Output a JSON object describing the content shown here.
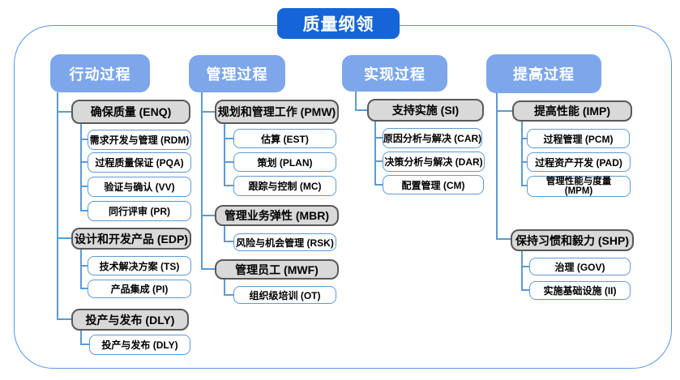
{
  "title": "质量纲领",
  "colors": {
    "title_bg": "#1565d8",
    "header_bg": "#7da7ea",
    "group_bg": "#d9d9d9",
    "group_border": "#595959",
    "leaf_border": "#5b9bd5",
    "connector": "#5b9bd5",
    "frame_border": "#5596e6",
    "text": "#000000",
    "header_text": "#ffffff"
  },
  "columns": [
    {
      "label": "行动过程",
      "groups": [
        {
          "label": "确保质量 (ENQ)",
          "children": [
            "需求开发与管理 (RDM)",
            "过程质量保证 (PQA)",
            "验证与确认 (VV)",
            "同行评审 (PR)"
          ]
        },
        {
          "label": "设计和开发产品 (EDP)",
          "children": [
            "技术解决方案 (TS)",
            "产品集成 (PI)"
          ]
        },
        {
          "label": "投产与发布 (DLY)",
          "children": [
            "投产与发布 (DLY)"
          ]
        }
      ]
    },
    {
      "label": "管理过程",
      "groups": [
        {
          "label": "规划和管理工作 (PMW)",
          "children": [
            "估算 (EST)",
            "策划 (PLAN)",
            "跟踪与控制 (MC)"
          ]
        },
        {
          "label": "管理业务弹性 (MBR)",
          "children": [
            "风险与机会管理 (RSK)"
          ]
        },
        {
          "label": "管理员工 (MWF)",
          "children": [
            "组织级培训 (OT)"
          ]
        }
      ]
    },
    {
      "label": "实现过程",
      "groups": [
        {
          "label": "支持实施 (SI)",
          "children": [
            "原因分析与解决 (CAR)",
            "决策分析与解决 (DAR)",
            "配置管理 (CM)"
          ]
        }
      ]
    },
    {
      "label": "提高过程",
      "groups": [
        {
          "label": "提高性能 (IMP)",
          "children": [
            "过程管理 (PCM)",
            "过程资产开发 (PAD)",
            "管理性能与度量\n(MPM)"
          ]
        },
        {
          "label": "保持习惯和毅力 (SHP)",
          "children": [
            "治理 (GOV)",
            "实施基础设施 (II)"
          ]
        }
      ]
    }
  ]
}
